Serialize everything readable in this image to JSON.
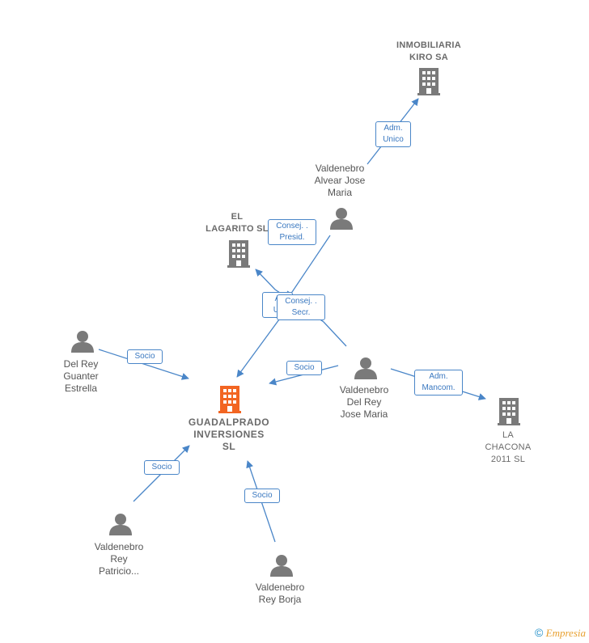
{
  "nodes": {
    "inmobiliaria": {
      "label_lines": [
        "INMOBILIARIA",
        "KIRO SA"
      ]
    },
    "lagarito": {
      "label_lines": [
        "EL",
        "LAGARITO  SL"
      ]
    },
    "guadalprado": {
      "label_lines": [
        "GUADALPRADO",
        "INVERSIONES",
        "SL"
      ]
    },
    "chacona": {
      "label_lines": [
        "LA",
        "CHACONA",
        "2011  SL"
      ]
    },
    "alvear": {
      "label_lines": [
        "Valdenebro",
        "Alvear Jose",
        "Maria"
      ]
    },
    "guanter": {
      "label_lines": [
        "Del Rey",
        "Guanter",
        "Estrella"
      ]
    },
    "delrey_jm": {
      "label_lines": [
        "Valdenebro",
        "Del Rey",
        "Jose Maria"
      ]
    },
    "patricio": {
      "label_lines": [
        "Valdenebro",
        "Rey",
        "Patricio..."
      ]
    },
    "borja": {
      "label_lines": [
        "Valdenebro",
        "Rey Borja"
      ]
    }
  },
  "edges": {
    "adm_unico_top": {
      "lines": [
        "Adm.",
        "Unico"
      ]
    },
    "consej_presid": {
      "lines": [
        "Consej. .",
        "Presid."
      ]
    },
    "adm_unico_mid": {
      "lines": [
        "A",
        "Ur"
      ]
    },
    "consej_secr": {
      "lines": [
        "Consej. .",
        "Secr."
      ]
    },
    "socio_guanter": {
      "lines": [
        "Socio"
      ]
    },
    "socio_delrey": {
      "lines": [
        "Socio"
      ]
    },
    "adm_mancom": {
      "lines": [
        "Adm.",
        "Mancom."
      ]
    },
    "socio_patricio": {
      "lines": [
        "Socio"
      ]
    },
    "socio_borja": {
      "lines": [
        "Socio"
      ]
    }
  },
  "colors": {
    "edge": "#4a86c8",
    "company_icon": "#7a7a7a",
    "main_company_icon": "#f26522",
    "person_icon": "#7a7a7a"
  },
  "footer": {
    "copyright": "©",
    "brand": "Empresia"
  }
}
